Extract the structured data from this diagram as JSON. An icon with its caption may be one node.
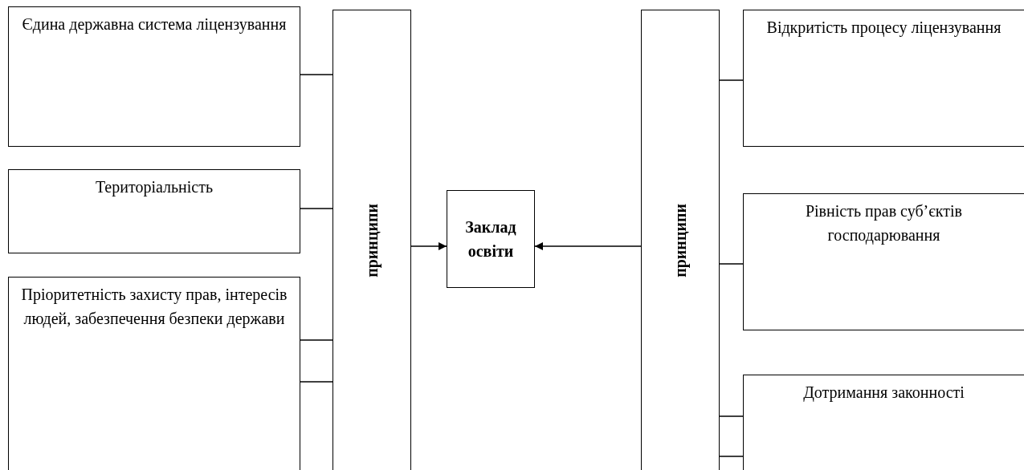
{
  "diagram": {
    "nodes": [
      {
        "text": [
          "Єдина державна система ліцензування"
        ]
      },
      {
        "text": [
          "Територіальність"
        ]
      },
      {
        "text": [
          "Пріоритетність захисту прав, інтересів людей, забезпечення безпеки держави"
        ]
      },
      {
        "text": [
          "принципи"
        ]
      },
      {
        "text": [
          "Заклад освіти"
        ]
      },
      {
        "text": [
          "принципи"
        ]
      },
      {
        "text": [
          "Відкритість процесу ліцензування"
        ]
      },
      {
        "text": [
          "Рівність прав суб’єктів господарювання"
        ]
      },
      {
        "text": [
          "Дотримання законності"
        ]
      }
    ],
    "edges": [
      {
        "from": 0,
        "to": 3,
        "arrow": "none"
      },
      {
        "from": 1,
        "to": 3,
        "arrow": "none"
      },
      {
        "from": 2,
        "to": 3,
        "arrow": "none"
      },
      {
        "from": 2,
        "to": 3,
        "arrow": "none"
      },
      {
        "from": 3,
        "to": 4,
        "arrow": "to"
      },
      {
        "from": 5,
        "to": 4,
        "arrow": "to"
      },
      {
        "from": 5,
        "to": 6,
        "arrow": "none"
      },
      {
        "from": 5,
        "to": 7,
        "arrow": "none"
      },
      {
        "from": 5,
        "to": 8,
        "arrow": "none"
      },
      {
        "from": 5,
        "to": 8,
        "arrow": "none"
      }
    ]
  }
}
